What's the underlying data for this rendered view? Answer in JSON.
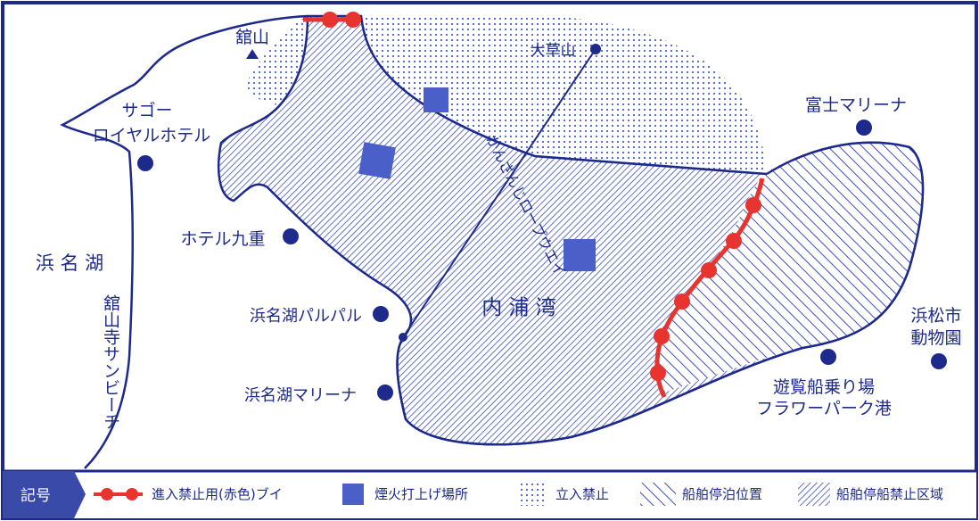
{
  "colors": {
    "frame": "#1d2a8c",
    "water": "#ffffff",
    "land": "#ffffff",
    "hatch": "#3d4fb8",
    "fill_blue": "#4a5fc8",
    "buoy": "#e8342e",
    "legend_bar": "#3a4aa8"
  },
  "places": {
    "tateyama": "舘山",
    "ookusayama": "大草山",
    "sago": "サゴー",
    "royal": "ロイヤルホテル",
    "fuji_marina": "富士マリーナ",
    "hotel_kokonoe": "ホテル九重",
    "hamanako": "浜 名 湖",
    "palpal": "浜名湖パルパル",
    "hamanako_marina": "浜名湖マリーナ",
    "uchiura": "内 浦 湾",
    "zoo_1": "浜松市",
    "zoo_2": "動物園",
    "pier_1": "遊覧船乗り場",
    "pier_2": "フラワーパーク港",
    "beach": "舘山寺サンビーチ",
    "ropeway": "かんざんじロープウエイ"
  },
  "legend": {
    "title": "記号",
    "buoy": "進入禁止用(赤色)ブイ",
    "fireworks": "煙火打上げ場所",
    "no_entry": "立入禁止",
    "mooring": "船舶停泊位置",
    "no_ship": "船舶停船禁止区域"
  },
  "icons": [
    "mountain-triangle-icon",
    "dot-marker-icon",
    "buoy-line-icon",
    "fireworks-square-icon"
  ]
}
